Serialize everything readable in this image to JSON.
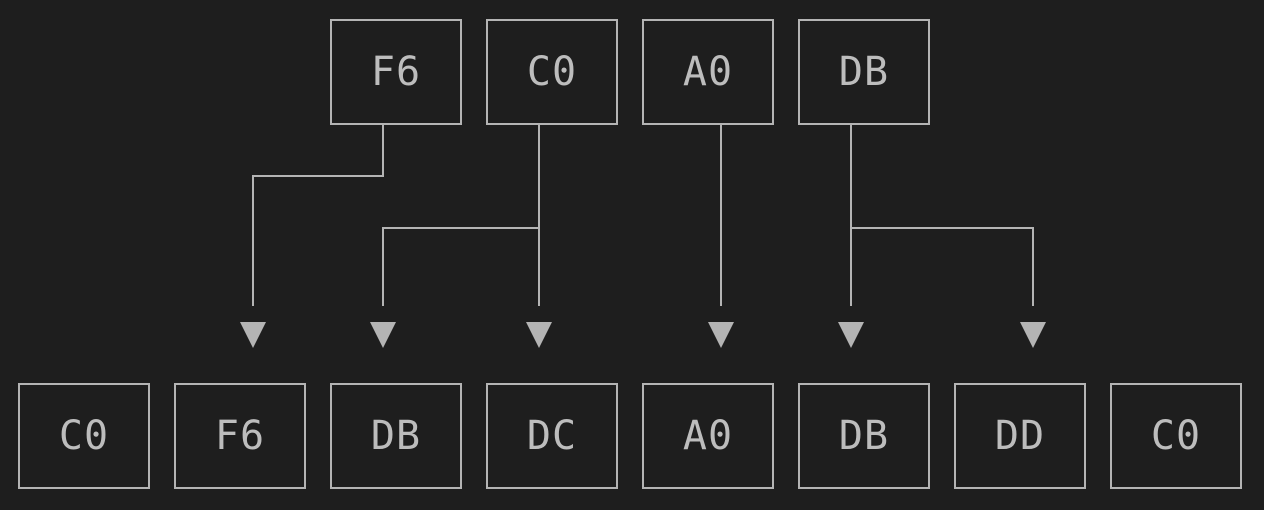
{
  "source_bytes": [
    "F6",
    "C0",
    "A0",
    "DB"
  ],
  "output_bytes": [
    "C0",
    "F6",
    "DB",
    "DC",
    "A0",
    "DB",
    "DD",
    "C0"
  ],
  "mappings": [
    {
      "from": 0,
      "to": [
        1
      ]
    },
    {
      "from": 1,
      "to": [
        2,
        3
      ]
    },
    {
      "from": 2,
      "to": [
        4
      ]
    },
    {
      "from": 3,
      "to": [
        5,
        6
      ]
    }
  ],
  "colors": {
    "background": "#1e1e1e",
    "stroke": "#b4b4b4",
    "text": "#bdbdbd",
    "arrow": "#b4b4b4"
  }
}
